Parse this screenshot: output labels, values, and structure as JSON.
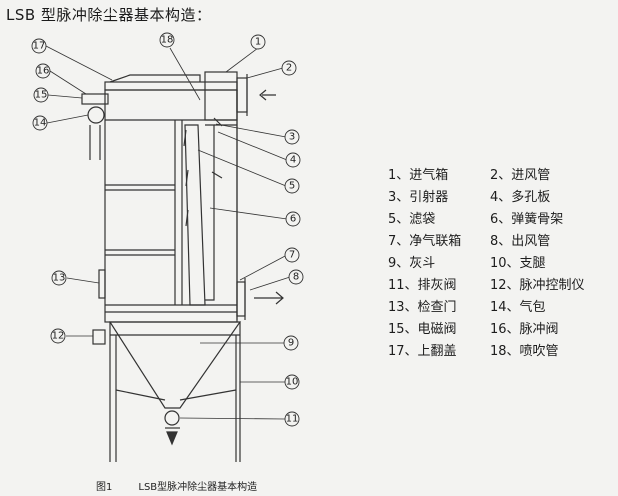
{
  "title": "LSB 型脉冲除尘器基本构造：",
  "caption": {
    "fig": "图1",
    "text": "LSB型脉冲除尘器基本构造"
  },
  "callouts": [
    "1",
    "2",
    "3",
    "4",
    "5",
    "6",
    "7",
    "8",
    "9",
    "10",
    "11",
    "12",
    "13",
    "14",
    "15",
    "16",
    "17",
    "18"
  ],
  "legend": [
    "1、进气箱",
    "2、进风管",
    "3、引射器",
    "4、多孔板",
    "5、滤袋",
    "6、弹簧骨架",
    "7、净气联箱",
    "8、出风管",
    "9、灰斗",
    "10、支腿",
    "11、排灰阀",
    "12、脉冲控制仪",
    "13、检查门",
    "14、气包",
    "15、电磁阀",
    "16、脉冲阀",
    "17、上翻盖",
    "18、喷吹管"
  ]
}
